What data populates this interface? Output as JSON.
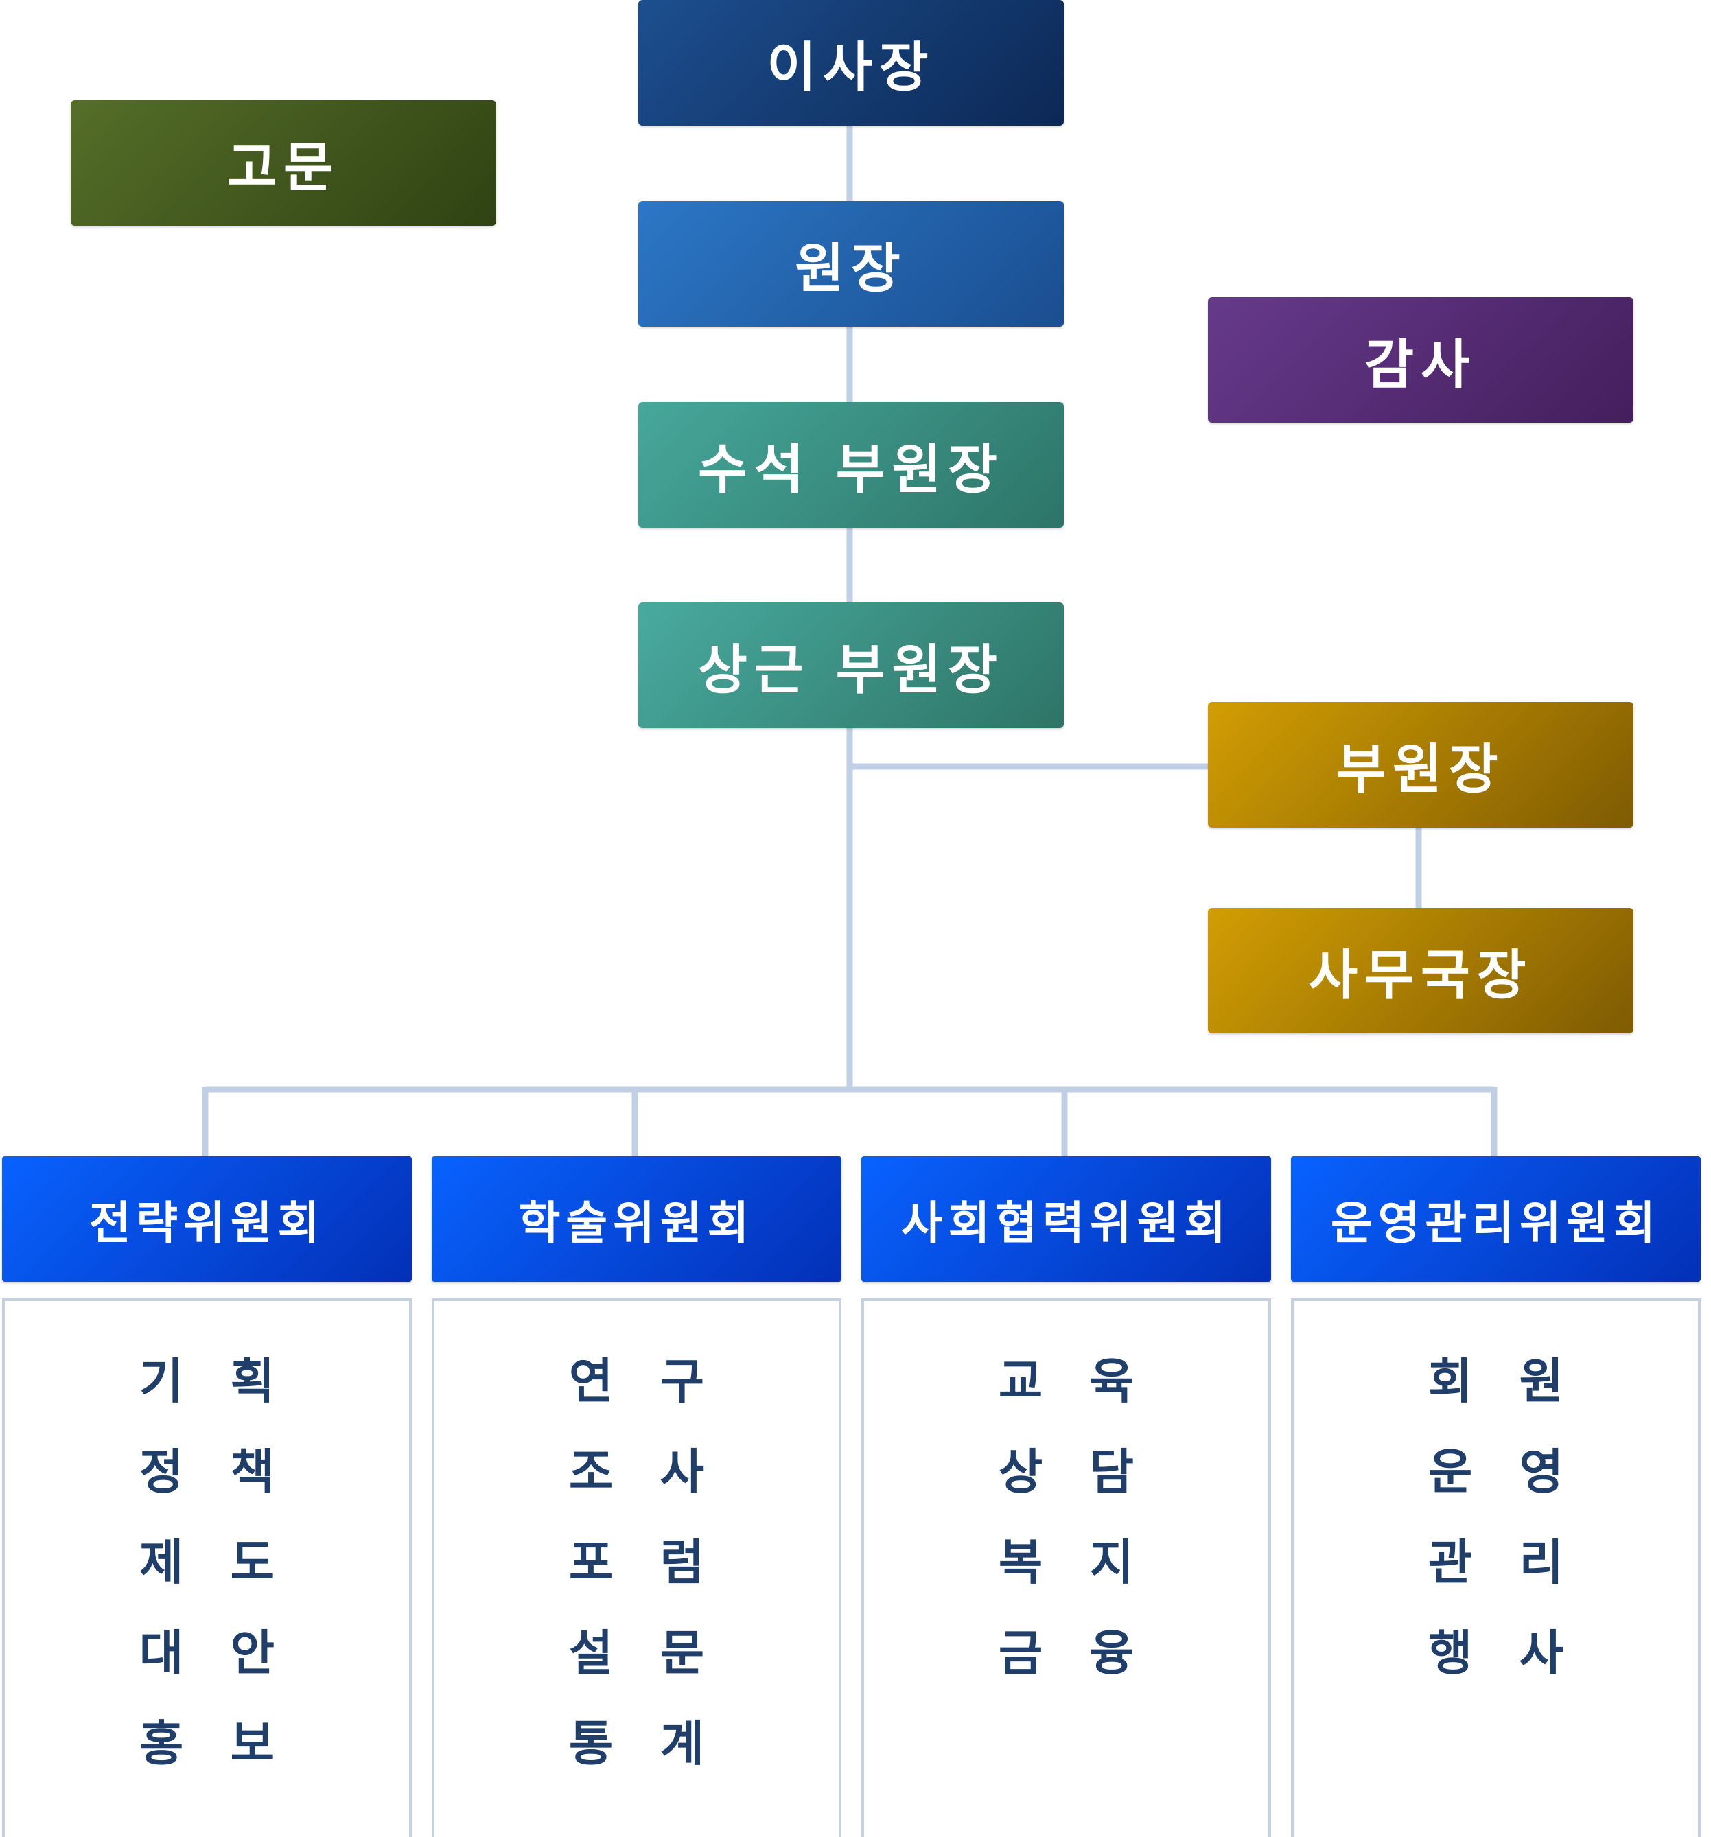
{
  "chart": {
    "chairman": "이사장",
    "president": "원장",
    "senior_vice_president": "수석 부원장",
    "standing_vice_president": "상근 부원장",
    "advisor": "고문",
    "auditor": "감사",
    "vice_president": "부원장",
    "secretary_general": "사무국장",
    "committees": [
      {
        "name": "전략위원회",
        "duties": [
          "기 획",
          "정 책",
          "제 도",
          "대 안",
          "홍 보"
        ]
      },
      {
        "name": "학술위원회",
        "duties": [
          "연 구",
          "조 사",
          "포 럼",
          "설 문",
          "통 계"
        ]
      },
      {
        "name": "사회협력위원회",
        "duties": [
          "교 육",
          "상 담",
          "복 지",
          "금 융"
        ]
      },
      {
        "name": "운영관리위원회",
        "duties": [
          "회 원",
          "운 영",
          "관 리",
          "행 사"
        ]
      }
    ]
  },
  "colors": {
    "connector": "#c1cfe5",
    "duty_text": "#1f3e6a",
    "committee_blue": "#0550e8"
  }
}
